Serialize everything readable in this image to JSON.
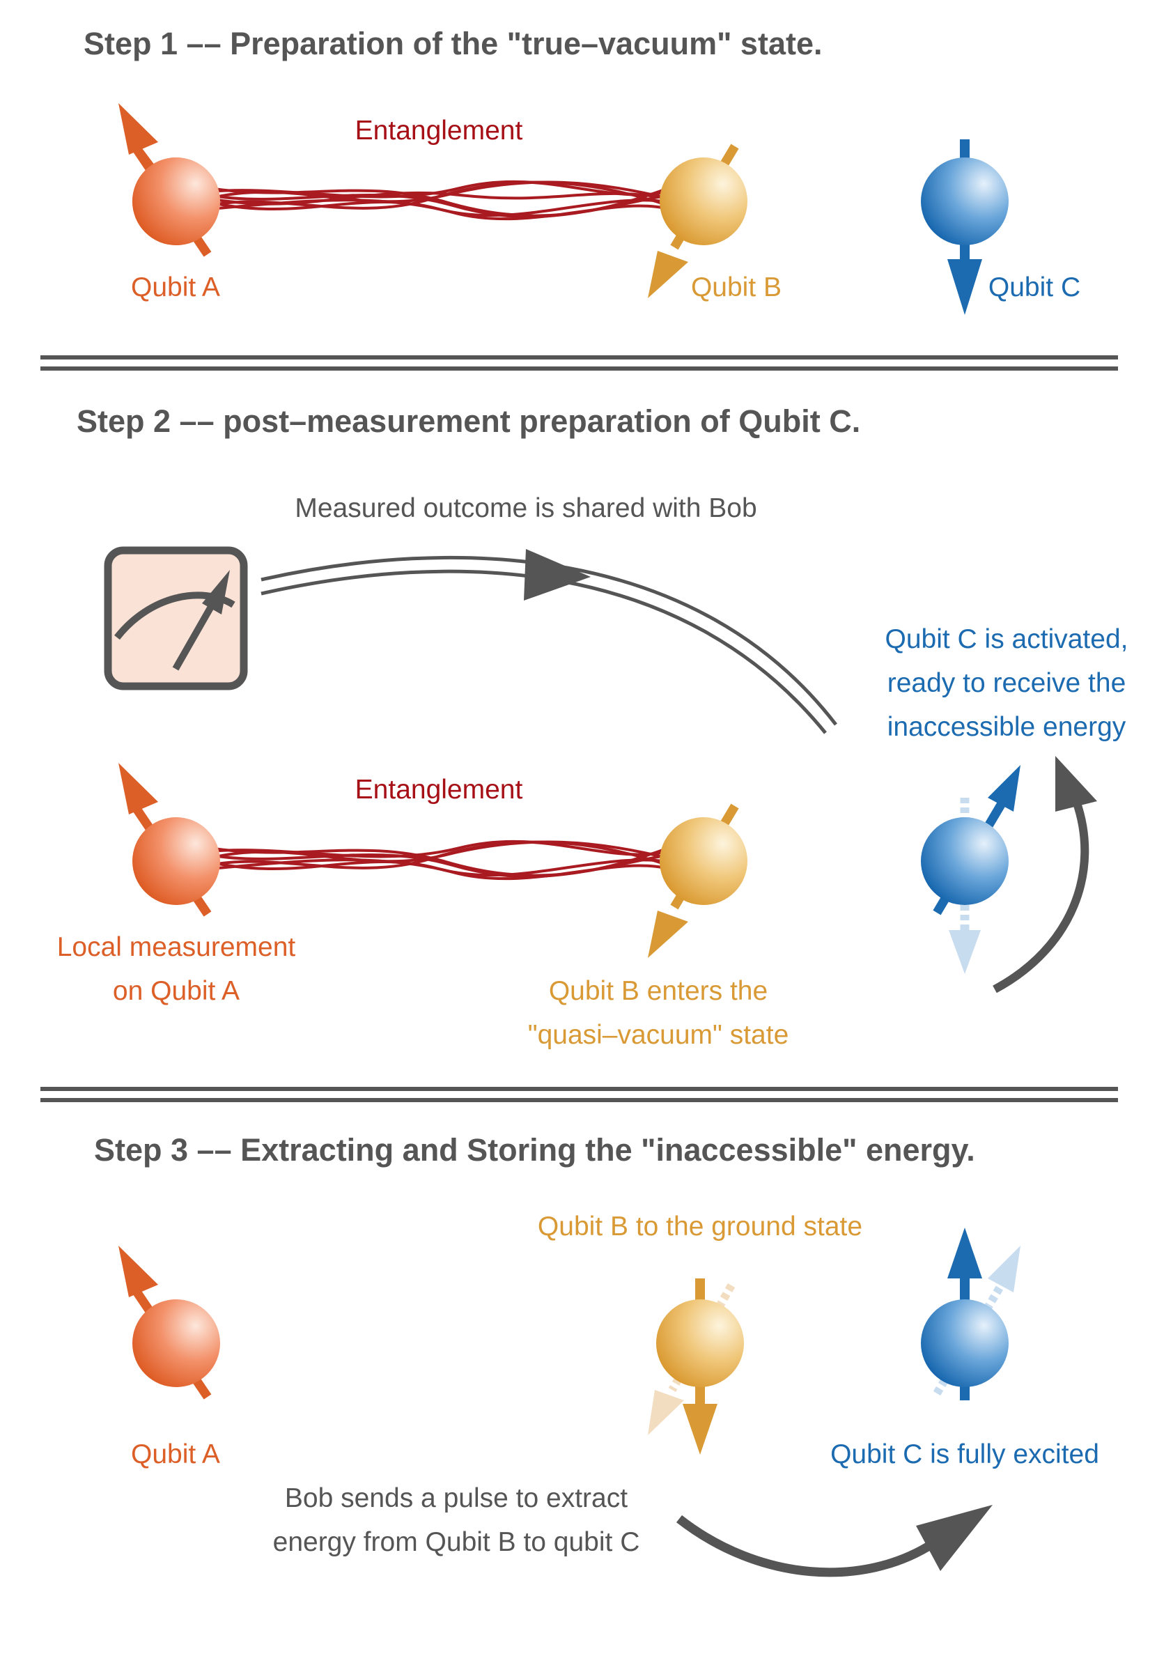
{
  "colors": {
    "qubit_a": "#dd5f28",
    "qubit_b": "#d99a35",
    "qubit_c": "#1c6bb1",
    "entanglement": "#a50f15",
    "dark": "#555555",
    "separator": "#555555"
  },
  "step1": {
    "title": "Step 1 –– Preparation of the \"true–vacuum\" state.",
    "entanglement_label": "Entanglement",
    "qubit_a_label": "Qubit A",
    "qubit_b_label": "Qubit B",
    "qubit_c_label": "Qubit C"
  },
  "step2": {
    "title": "Step 2 –– post–measurement preparation of Qubit C.",
    "shared_label": "Measured outcome is shared with Bob",
    "entanglement_label": "Entanglement",
    "measurement_label_1": "Local measurement",
    "measurement_label_2": "on Qubit A",
    "qubit_b_label_1": "Qubit B enters the",
    "qubit_b_label_2": "\"quasi–vacuum\" state",
    "qubit_c_label_1": "Qubit C is activated,",
    "qubit_c_label_2": "ready to receive the",
    "qubit_c_label_3": "inaccessible energy",
    "meter_icon": "measurement-meter-icon"
  },
  "step3": {
    "title": "Step 3 –– Extracting and Storing the \"inaccessible\" energy.",
    "qubit_b_label": "Qubit B to the ground state",
    "qubit_a_label": "Qubit A",
    "qubit_c_label": "Qubit C is fully excited",
    "pulse_label_1": "Bob sends a pulse to extract",
    "pulse_label_2": "energy from Qubit B to qubit C"
  }
}
